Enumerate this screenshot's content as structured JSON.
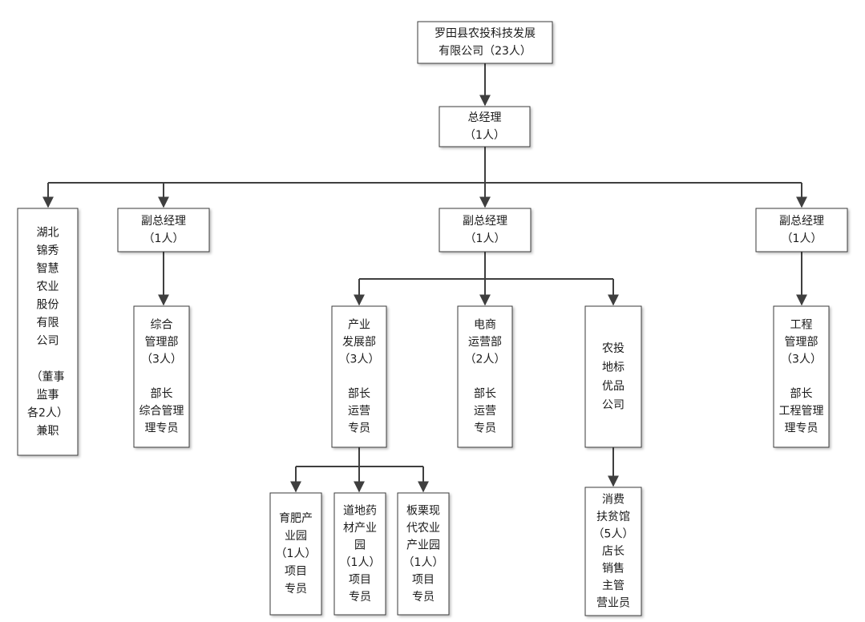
{
  "nodes": {
    "company": [
      "罗田县农投科技发展",
      "有限公司（23人）"
    ],
    "gm": [
      "总经理",
      "（1人）"
    ],
    "vp_left": [
      "副总经理",
      "（1人）"
    ],
    "vp_center": [
      "副总经理",
      "（1人）"
    ],
    "vp_right": [
      "副总经理",
      "（1人）"
    ],
    "hubei": [
      "湖北",
      "锦秀",
      "智慧",
      "农业",
      "股份",
      "有限",
      "公司",
      "",
      "（董事",
      "监事",
      "各2人）",
      "兼职"
    ],
    "admin_dept": [
      "综合",
      "管理部",
      "（3人）",
      "",
      "部长",
      "综合管理",
      "理专员"
    ],
    "industry_dept": [
      "产业",
      "发展部",
      "（3人）",
      "",
      "部长",
      "运营",
      "专员"
    ],
    "ecommerce_dept": [
      "电商",
      "运营部",
      "（2人）",
      "",
      "部长",
      "运营",
      "专员"
    ],
    "nongtou_company": [
      "农投",
      "地标",
      "优品",
      "公司"
    ],
    "engineering_dept": [
      "工程",
      "管理部",
      "（3人）",
      "",
      "部长",
      "工程管理",
      "理专员"
    ],
    "park_seedling": [
      "育肥产",
      "业园",
      "（1人）",
      "项目",
      "专员"
    ],
    "park_herb": [
      "道地药",
      "材产业",
      "园",
      "（1人）",
      "项目",
      "专员"
    ],
    "park_chestnut": [
      "板栗现",
      "代农业",
      "产业园",
      "（1人）",
      "项目",
      "专员"
    ],
    "poverty_store": [
      "消费",
      "扶贫馆",
      "（5人）",
      "店长",
      "销售",
      "主管",
      "营业员"
    ]
  },
  "colors": {
    "box_fill": "#ffffff",
    "box_stroke": "#3a3a3a",
    "line": "#3f3f3f",
    "text": "#1a1a1a"
  }
}
